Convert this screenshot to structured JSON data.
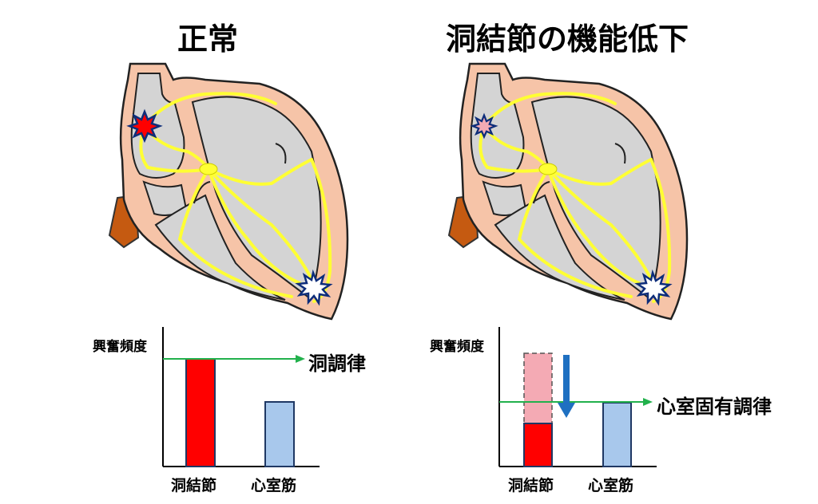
{
  "panels": [
    {
      "title": "正常",
      "chart": {
        "ylabel": "興奮頻度",
        "categories": [
          "洞結節",
          "心室筋"
        ],
        "rhythm_label": "洞調律"
      }
    },
    {
      "title": "洞結節の機能低下",
      "chart": {
        "ylabel": "興奮頻度",
        "categories": [
          "洞結節",
          "心室筋"
        ],
        "rhythm_label": "心室固有調律"
      }
    }
  ],
  "colors": {
    "sa_node_normal": "#ff0000",
    "sa_node_weak": "#f4aab4",
    "ventricle": "#a8c8ec",
    "threshold_line": "#22b14c",
    "decrease_arrow": "#1f70c1",
    "conduction": "#ffff33",
    "myocardium": "#f6c4a8",
    "chamber": "#d4d4d4",
    "vessel": "#c55a11"
  }
}
